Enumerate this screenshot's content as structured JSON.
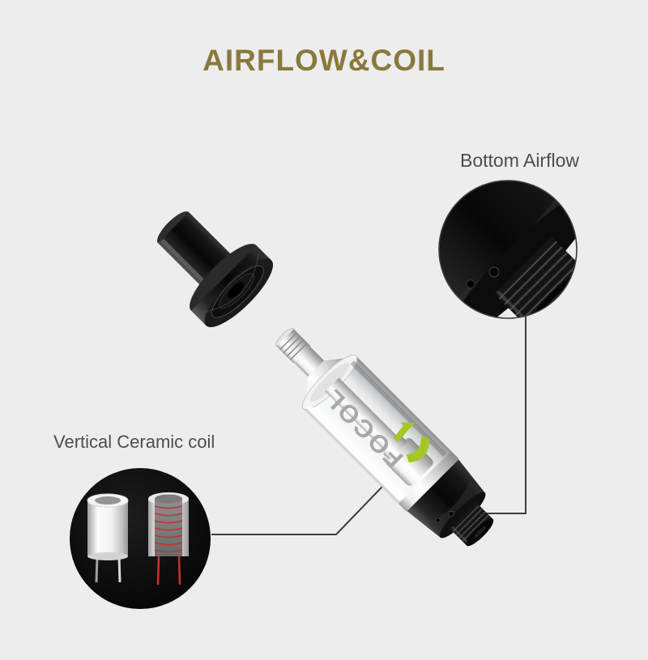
{
  "page": {
    "title": "AIRFLOW&COIL"
  },
  "callouts": {
    "bottom_airflow": {
      "label": "Bottom Airflow"
    },
    "ceramic_coil": {
      "label": "Vertical Ceramic coil"
    }
  },
  "product": {
    "brand_text": "FOCOL"
  },
  "colors": {
    "background": "#ededed",
    "title": "#8a793c",
    "label": "#4d4d4d",
    "leader-line": "#3d3d3d",
    "logo-green": "#a3c724",
    "brand-gray": "#a8a8a8",
    "coil-red": "#c53030"
  }
}
